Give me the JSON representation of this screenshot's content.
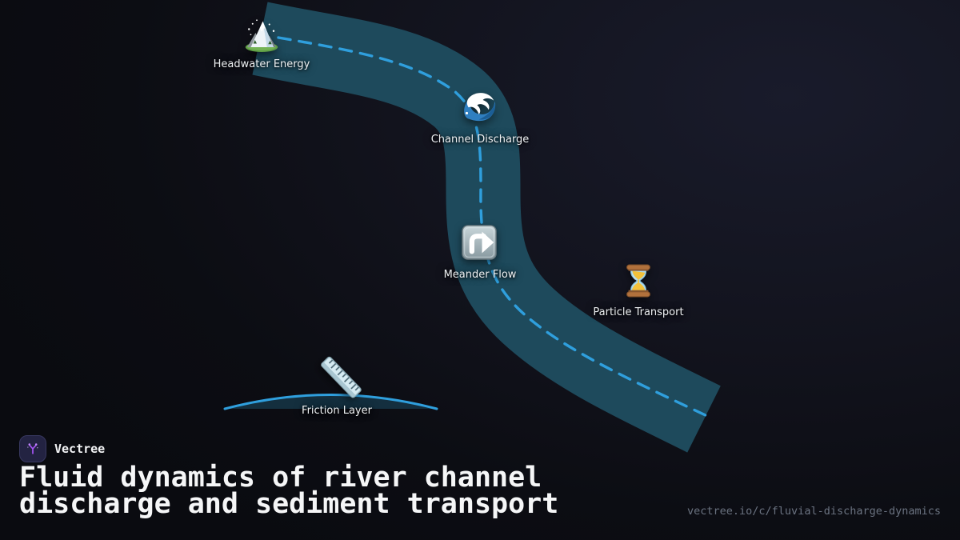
{
  "brand": {
    "name": "Vectree"
  },
  "title": {
    "line1": "Fluid dynamics of river channel",
    "line2": "discharge and sediment transport"
  },
  "footer": {
    "url": "vectree.io/c/fluvial-discharge-dynamics"
  },
  "nodes": [
    {
      "id": "headwater-energy",
      "label": "Headwater Energy",
      "icon": "mountain-snow-icon"
    },
    {
      "id": "channel-discharge",
      "label": "Channel Discharge",
      "icon": "water-wave-icon"
    },
    {
      "id": "meander-flow",
      "label": "Meander Flow",
      "icon": "curving-arrow-icon"
    },
    {
      "id": "particle-transport",
      "label": "Particle Transport",
      "icon": "hourglass-icon"
    },
    {
      "id": "friction-layer",
      "label": "Friction Layer",
      "icon": "ruler-icon"
    }
  ],
  "colors": {
    "background_dark": "#0c0d12",
    "background_navy": "#191b2b",
    "river_channel": "#1e4a5c",
    "flow_dash": "#2f9fdd",
    "label_text": "#edf0f2",
    "title_text": "#f5f6f7",
    "url_text": "#6a7280",
    "brand_accent": "#a855f7"
  }
}
